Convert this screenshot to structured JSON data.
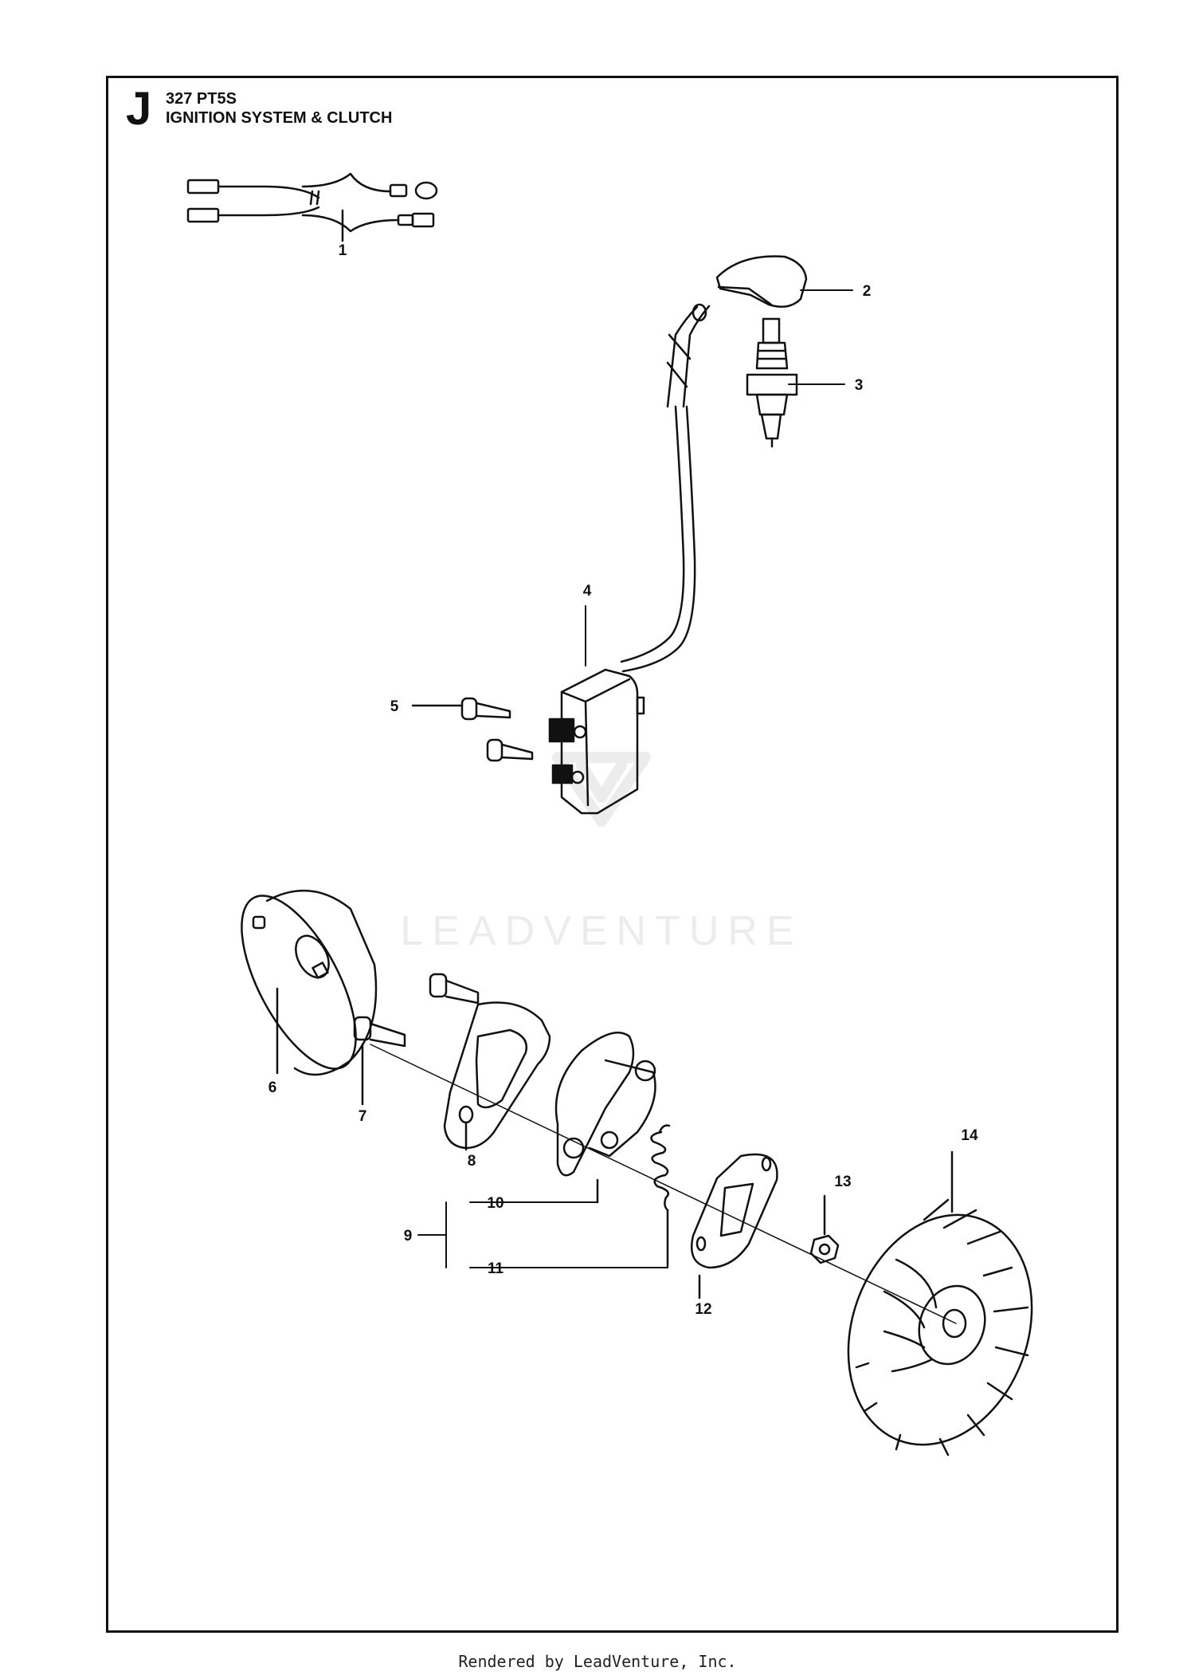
{
  "header": {
    "section_letter": "J",
    "model": "327 PT5S",
    "title": "IGNITION SYSTEM & CLUTCH"
  },
  "callouts": [
    "1",
    "2",
    "3",
    "4",
    "5",
    "6",
    "7",
    "8",
    "9",
    "10",
    "11",
    "12",
    "13",
    "14"
  ],
  "watermark": "LEADVENTURE",
  "footer": "Rendered by LeadVenture, Inc."
}
